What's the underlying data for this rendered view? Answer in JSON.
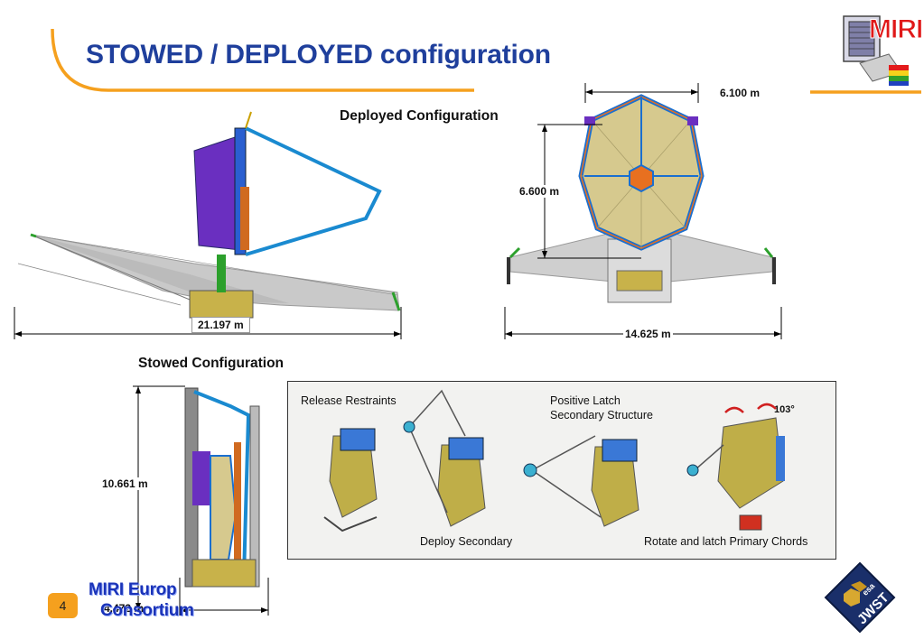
{
  "slide": {
    "title": "STOWED / DEPLOYED configuration",
    "page_number": "4",
    "accent_color": "#f5a01e",
    "title_color": "#1f3f9c"
  },
  "deployed": {
    "caption": "Deployed Configuration",
    "side_width": "21.197 m",
    "front_width": "14.625 m",
    "mirror_width": "6.100 m",
    "mirror_height": "6.600 m"
  },
  "stowed": {
    "caption": "Stowed Configuration",
    "height": "10.661 m",
    "width": "4.472 m"
  },
  "sequence": {
    "step1": "Release Restraints",
    "step2": "Deploy Secondary",
    "step3_line1": "Positive Latch",
    "step3_line2": "Secondary Structure",
    "step4": "Rotate and latch Primary Chords",
    "angle": "103°"
  },
  "footer": {
    "line1": "MIRI Europ",
    "line2": "Consortium"
  },
  "logos": {
    "miri": "MIRI",
    "jwst": "JWST",
    "esa": "esa"
  }
}
